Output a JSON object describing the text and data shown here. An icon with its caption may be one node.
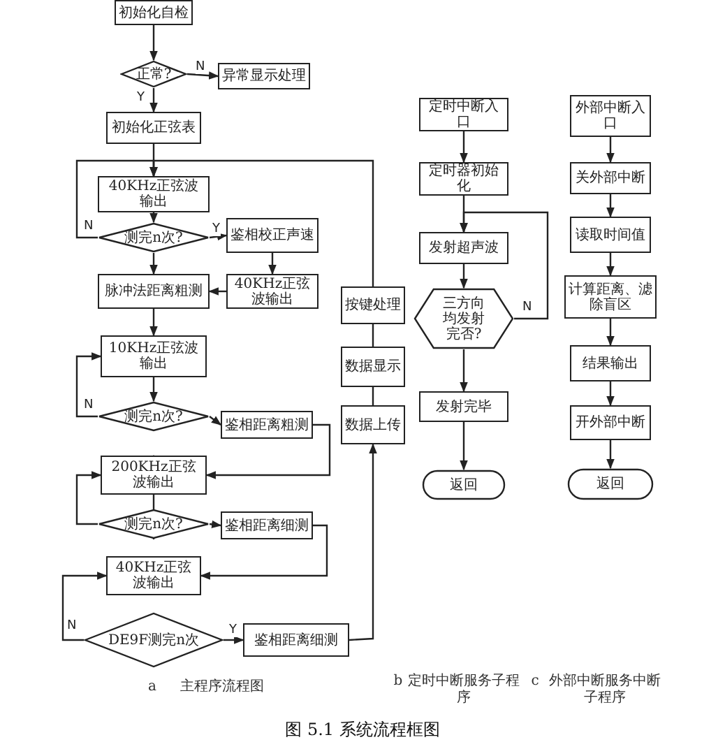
{
  "diagram": {
    "caption": "图 5.1 系统流程框图",
    "nodes": [
      {
        "text": [
          "初始化自检"
        ]
      },
      {
        "text": [
          "正常?"
        ]
      },
      {
        "text": [
          "异常显示处理"
        ]
      },
      {
        "text": [
          "初始化正弦表"
        ]
      },
      {
        "text": [
          "40KHz正弦波输出"
        ]
      },
      {
        "text": [
          "测完n次?"
        ]
      },
      {
        "text": [
          "鉴相校正声速"
        ]
      },
      {
        "text": [
          "40KHz正弦波输出"
        ]
      },
      {
        "text": [
          "脉冲法距离粗测"
        ]
      },
      {
        "text": [
          "10KHz正弦波输出"
        ]
      },
      {
        "text": [
          "测完n次?"
        ]
      },
      {
        "text": [
          "鉴相距离粗测"
        ]
      },
      {
        "text": [
          "200KHz正弦波输出"
        ]
      },
      {
        "text": [
          "测完n次?"
        ]
      },
      {
        "text": [
          "鉴相距离细测"
        ]
      },
      {
        "text": [
          "40KHz正弦波输出"
        ]
      },
      {
        "text": [
          "DE9F测完n次"
        ]
      },
      {
        "text": [
          "鉴相距离细测"
        ]
      },
      {
        "text": [
          "按键处理"
        ]
      },
      {
        "text": [
          "数据显示"
        ]
      },
      {
        "text": [
          "数据上传"
        ]
      },
      {
        "text": [
          "定时中断入口"
        ]
      },
      {
        "text": [
          "定时器初始化"
        ]
      },
      {
        "text": [
          "发射超声波"
        ]
      },
      {
        "text": [
          "三方向均发射完否?"
        ]
      },
      {
        "text": [
          "发射完毕"
        ]
      },
      {
        "text": [
          "返回"
        ]
      },
      {
        "text": [
          "外部中断入口"
        ]
      },
      {
        "text": [
          "关外部中断"
        ]
      },
      {
        "text": [
          "读取时间值"
        ]
      },
      {
        "text": [
          "计算距离、滤除盲区"
        ]
      },
      {
        "text": [
          "结果输出"
        ]
      },
      {
        "text": [
          "开外部中断"
        ]
      },
      {
        "text": [
          "返回"
        ]
      }
    ],
    "edges": [
      {
        "from": 0,
        "to": 1,
        "arrow": "to"
      },
      {
        "from": 1,
        "to": 2,
        "arrow": "to",
        "label": "N"
      },
      {
        "from": 1,
        "to": 3,
        "arrow": "to",
        "label": "Y"
      },
      {
        "from": 3,
        "to": 4,
        "arrow": "to"
      },
      {
        "from": 4,
        "to": 5,
        "arrow": "to"
      },
      {
        "from": 5,
        "to": 4,
        "arrow": "to",
        "label": "N"
      },
      {
        "from": 5,
        "to": 6,
        "arrow": "to",
        "label": "Y"
      },
      {
        "from": 6,
        "to": 7,
        "arrow": "to"
      },
      {
        "from": 7,
        "to": 8,
        "arrow": "to"
      },
      {
        "from": 5,
        "to": 8,
        "arrow": "to"
      },
      {
        "from": 8,
        "to": 9,
        "arrow": "to"
      },
      {
        "from": 9,
        "to": 10,
        "arrow": "to"
      },
      {
        "from": 10,
        "to": 9,
        "arrow": "to",
        "label": "N"
      },
      {
        "from": 10,
        "to": 11,
        "arrow": "to"
      },
      {
        "from": 11,
        "to": 12,
        "arrow": "to"
      },
      {
        "from": 13,
        "to": 12,
        "arrow": "to"
      },
      {
        "from": 13,
        "to": 12,
        "arrow": "to"
      },
      {
        "from": 13,
        "to": 14,
        "arrow": "to"
      },
      {
        "from": 14,
        "to": 15,
        "arrow": "to"
      },
      {
        "from": 16,
        "to": 15,
        "arrow": "to",
        "label": "N"
      },
      {
        "from": 16,
        "to": 17,
        "arrow": "to",
        "label": "Y"
      },
      {
        "from": 17,
        "to": 20,
        "arrow": "to"
      },
      {
        "from": 20,
        "to": 19,
        "arrow": "to"
      },
      {
        "from": 19,
        "to": 18,
        "arrow": "to"
      },
      {
        "from": 18,
        "to": 4,
        "arrow": "to"
      },
      {
        "from": 21,
        "to": 22,
        "arrow": "to"
      },
      {
        "from": 22,
        "to": 23,
        "arrow": "to"
      },
      {
        "from": 23,
        "to": 24,
        "arrow": "to"
      },
      {
        "from": 24,
        "to": 23,
        "arrow": "to",
        "label": "N"
      },
      {
        "from": 24,
        "to": 25,
        "arrow": "to"
      },
      {
        "from": 25,
        "to": 26,
        "arrow": "to"
      },
      {
        "from": 27,
        "to": 28,
        "arrow": "to"
      },
      {
        "from": 28,
        "to": 29,
        "arrow": "to"
      },
      {
        "from": 29,
        "to": 30,
        "arrow": "to"
      },
      {
        "from": 30,
        "to": 31,
        "arrow": "to"
      },
      {
        "from": 31,
        "to": 32,
        "arrow": "to"
      },
      {
        "from": 32,
        "to": 33,
        "arrow": "to"
      }
    ],
    "labels": [
      "a",
      "主程序流程图",
      "b",
      "定时中断服务子程序",
      "c",
      "外部中断服务中断子程序"
    ]
  }
}
